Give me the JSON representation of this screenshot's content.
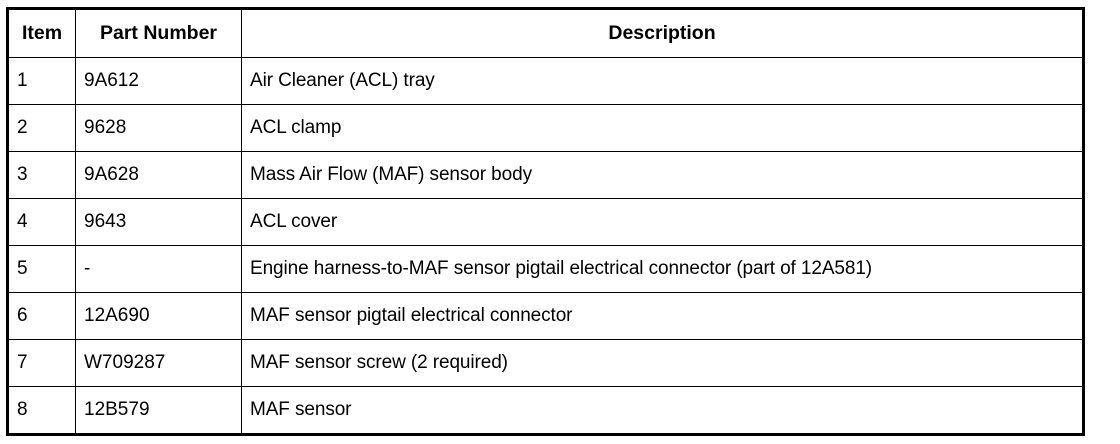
{
  "table": {
    "columns": [
      {
        "key": "item",
        "label": "Item"
      },
      {
        "key": "part_number",
        "label": "Part Number"
      },
      {
        "key": "description",
        "label": "Description"
      }
    ],
    "rows": [
      {
        "item": "1",
        "part_number": "9A612",
        "description": "Air Cleaner (ACL) tray"
      },
      {
        "item": "2",
        "part_number": "9628",
        "description": "ACL clamp"
      },
      {
        "item": "3",
        "part_number": "9A628",
        "description": "Mass Air Flow (MAF) sensor body"
      },
      {
        "item": "4",
        "part_number": "9643",
        "description": "ACL cover"
      },
      {
        "item": "5",
        "part_number": "-",
        "description": "Engine harness-to-MAF sensor pigtail electrical connector (part of 12A581)"
      },
      {
        "item": "6",
        "part_number": "12A690",
        "description": "MAF sensor pigtail electrical connector"
      },
      {
        "item": "7",
        "part_number": "W709287",
        "description": "MAF sensor screw (2 required)"
      },
      {
        "item": "8",
        "part_number": "12B579",
        "description": "MAF sensor"
      }
    ]
  },
  "colors": {
    "border": "#000000",
    "text": "#000000",
    "background": "#ffffff"
  }
}
